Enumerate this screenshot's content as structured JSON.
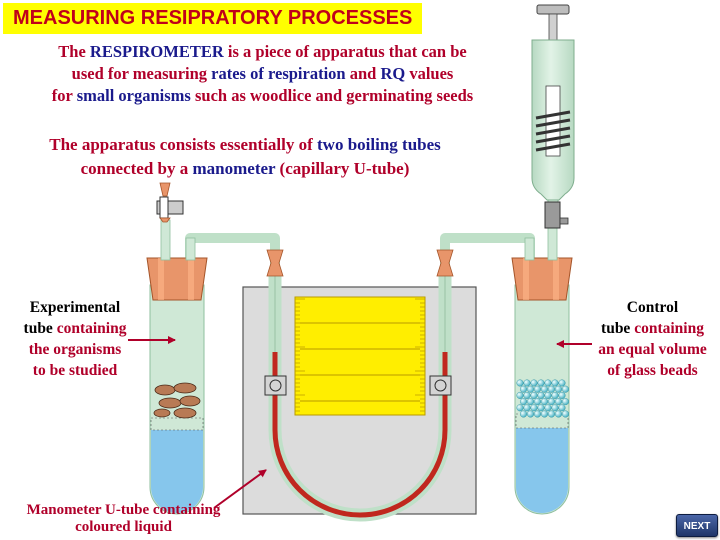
{
  "title": "MEASURING RESIPRATORY PROCESSES",
  "intro": {
    "line1": [
      "The ",
      "RESPIROMETER",
      " is a piece of apparatus that can be"
    ],
    "line2": [
      "used for measuring ",
      "rates of respiration",
      " and ",
      "RQ",
      " values"
    ],
    "line3": [
      "for ",
      "small organisms",
      " such as woodlice and germinating seeds"
    ]
  },
  "apparatus": {
    "line1": [
      "The apparatus consists essentially of ",
      "two boiling tubes"
    ],
    "line2": [
      "connected by a ",
      "manometer",
      " (capillary U-tube)"
    ]
  },
  "experimental_label": {
    "line1": "Experimental",
    "line2": [
      "tube ",
      "containing"
    ],
    "line3": "the organisms",
    "line4": "to be studied"
  },
  "control_label": {
    "line1": "Control",
    "line2": [
      "tube ",
      "containing"
    ],
    "line3": "an equal volume",
    "line4": "of glass beads"
  },
  "manometer_label": {
    "line1": "Manometer U-tube containing",
    "line2": "coloured liquid"
  },
  "next_button": "NEXT",
  "colors": {
    "title_bg": "#ffff00",
    "title_text": "#c0001a",
    "emphasis": "#1a1a8c",
    "text_red": "#b0002a",
    "tube_fill": "#cfe8d6",
    "liquid_blue": "#86c6ec",
    "manometer_liquid": "#c0281e",
    "scale_yellow": "#ffee00",
    "stopper": "#e8956a"
  }
}
